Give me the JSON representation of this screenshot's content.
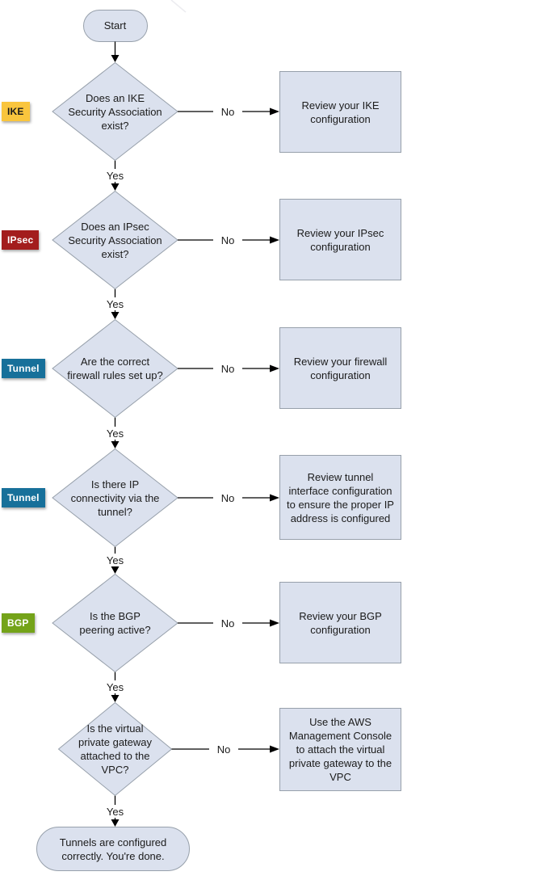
{
  "diagram": {
    "start_label": "Start",
    "end_label": "Tunnels are configured\ncorrectly. You're done.",
    "yes_label": "Yes",
    "no_label": "No",
    "colors": {
      "node_fill": "#DBE1EE",
      "node_border": "#97A0AB",
      "connector": "#000000"
    },
    "rows": [
      {
        "badge": "IKE",
        "badge_color": "#F9C53D",
        "badge_text_color": "#1c1c1c",
        "question": "Does an IKE\nSecurity Association\nexist?",
        "action": "Review your IKE\nconfiguration"
      },
      {
        "badge": "IPsec",
        "badge_color": "#A31D1D",
        "badge_text_color": "#ffffff",
        "question": "Does an IPsec\nSecurity Association\nexist?",
        "action": "Review your IPsec\nconfiguration"
      },
      {
        "badge": "Tunnel",
        "badge_color": "#17709A",
        "badge_text_color": "#ffffff",
        "question": "Are the correct\nfirewall rules set up?",
        "action": "Review your firewall\nconfiguration"
      },
      {
        "badge": "Tunnel",
        "badge_color": "#17709A",
        "badge_text_color": "#ffffff",
        "question": "Is there IP\nconnectivity via the\ntunnel?",
        "action": "Review tunnel\ninterface configuration\nto ensure the proper IP\naddress is configured"
      },
      {
        "badge": "BGP",
        "badge_color": "#74A319",
        "badge_text_color": "#ffffff",
        "question": "Is the BGP\npeering active?",
        "action": "Review your BGP\nconfiguration"
      },
      {
        "badge": null,
        "question": "Is the virtual\nprivate gateway\nattached to the\nVPC?",
        "action": "Use the AWS\nManagement Console\nto attach the virtual\nprivate gateway to the\nVPC"
      }
    ]
  }
}
